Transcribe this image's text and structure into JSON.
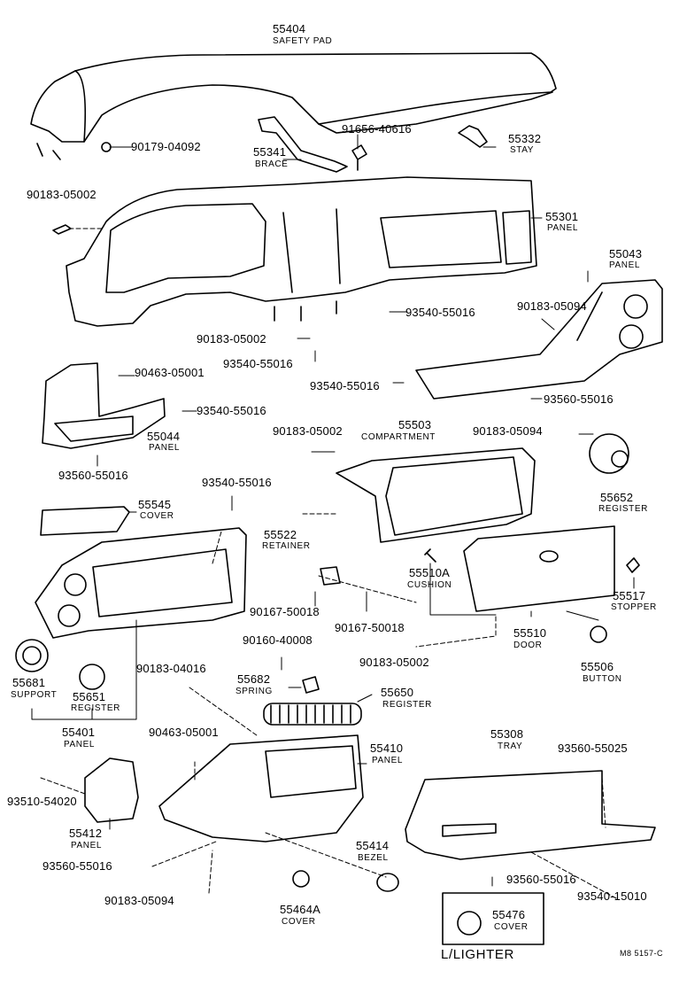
{
  "parts": {
    "p55404": {
      "num": "55404",
      "name": "SAFETY PAD"
    },
    "p90179_04092": {
      "num": "90179-04092"
    },
    "p91656_40616": {
      "num": "91656-40616"
    },
    "p55341": {
      "num": "55341",
      "name": "BRACE"
    },
    "p55332": {
      "num": "55332",
      "name": "STAY"
    },
    "p90183_05002a": {
      "num": "90183-05002"
    },
    "p55301": {
      "num": "55301",
      "name": "PANEL"
    },
    "p55043": {
      "num": "55043",
      "name": "PANEL"
    },
    "p93540_55016a": {
      "num": "93540-55016"
    },
    "p90183_05094a": {
      "num": "90183-05094"
    },
    "p90183_05002b": {
      "num": "90183-05002"
    },
    "p93540_55016b": {
      "num": "93540-55016"
    },
    "p90463_05001a": {
      "num": "90463-05001"
    },
    "p93540_55016c": {
      "num": "93540-55016"
    },
    "p93560_55016a": {
      "num": "93560-55016"
    },
    "p93540_55016d": {
      "num": "93540-55016"
    },
    "p55044": {
      "num": "55044",
      "name": "PANEL"
    },
    "p93560_55016b": {
      "num": "93560-55016"
    },
    "p90183_05002c": {
      "num": "90183-05002"
    },
    "p55503": {
      "num": "55503",
      "name": "COMPARTMENT"
    },
    "p90183_05094b": {
      "num": "90183-05094"
    },
    "p55652": {
      "num": "55652",
      "name": "REGISTER"
    },
    "p93540_55016e": {
      "num": "93540-55016"
    },
    "p55545": {
      "num": "55545",
      "name": "COVER"
    },
    "p55522": {
      "num": "55522",
      "name": "RETAINER"
    },
    "p55510A": {
      "num": "55510A",
      "name": "CUSHION"
    },
    "p55517": {
      "num": "55517",
      "name": "STOPPER"
    },
    "p90167_50018a": {
      "num": "90167-50018"
    },
    "p90167_50018b": {
      "num": "90167-50018"
    },
    "p55510": {
      "num": "55510",
      "name": "DOOR"
    },
    "p90160_40008": {
      "num": "90160-40008"
    },
    "p90183_05002d": {
      "num": "90183-05002"
    },
    "p55506": {
      "num": "55506",
      "name": "BUTTON"
    },
    "p55681": {
      "num": "55681",
      "name": "SUPPORT"
    },
    "p55651": {
      "num": "55651",
      "name": "REGISTER"
    },
    "p90183_04016": {
      "num": "90183-04016"
    },
    "p55682": {
      "num": "55682",
      "name": "SPRING"
    },
    "p55650": {
      "num": "55650",
      "name": "REGISTER"
    },
    "p55401": {
      "num": "55401",
      "name": "PANEL"
    },
    "p90463_05001b": {
      "num": "90463-05001"
    },
    "p55410": {
      "num": "55410",
      "name": "PANEL"
    },
    "p55308": {
      "num": "55308",
      "name": "TRAY"
    },
    "p93560_55025": {
      "num": "93560-55025"
    },
    "p93510_54020": {
      "num": "93510-54020"
    },
    "p55412": {
      "num": "55412",
      "name": "PANEL"
    },
    "p55414": {
      "num": "55414",
      "name": "BEZEL"
    },
    "p93560_55016c": {
      "num": "93560-55016"
    },
    "p93560_55016d": {
      "num": "93560-55016"
    },
    "p93540_15010": {
      "num": "93540-15010"
    },
    "p90183_05094c": {
      "num": "90183-05094"
    },
    "p55464A": {
      "num": "55464A",
      "name": "COVER"
    },
    "p55476": {
      "num": "55476",
      "name": "COVER"
    }
  },
  "inset_title": "L/LIGHTER",
  "drawing_code": "M8 5157-C"
}
